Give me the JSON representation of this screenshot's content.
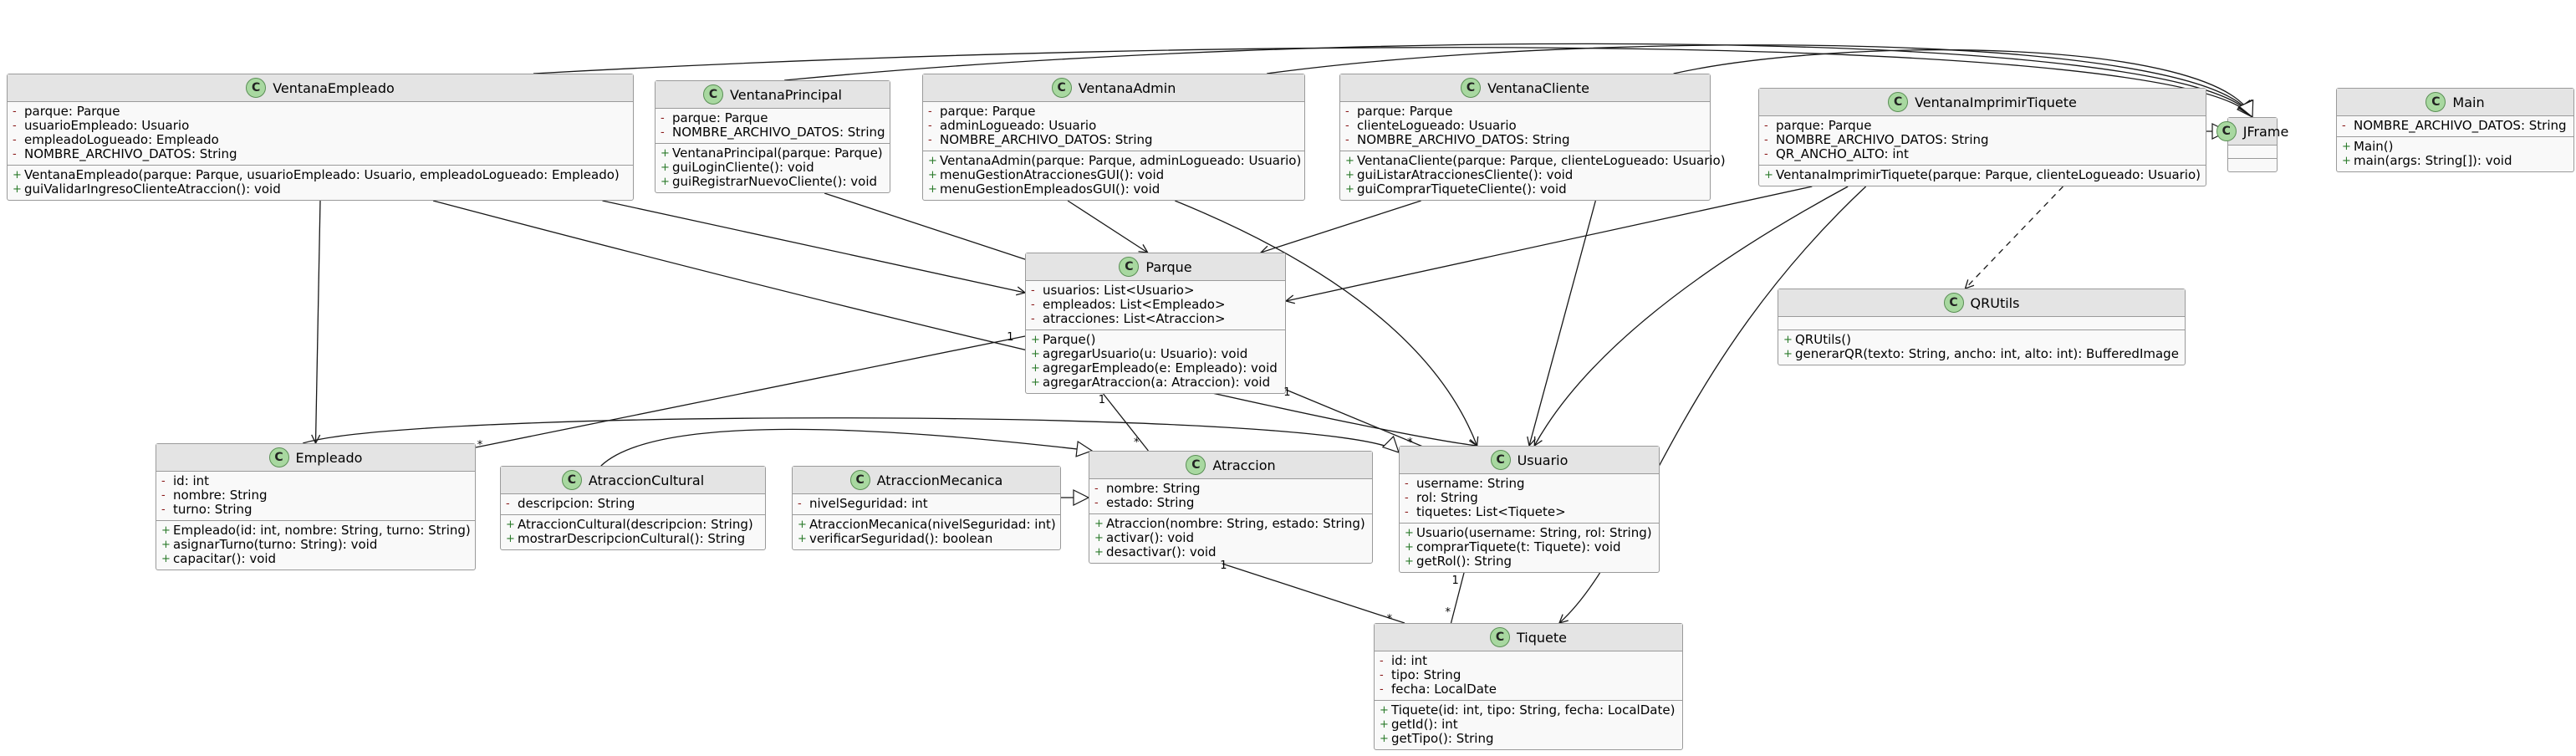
{
  "diagram_type": "UML class diagram",
  "classes": [
    {
      "id": "VentanaEmpleado",
      "name": "VentanaEmpleado",
      "stereotype": "C",
      "fields": [
        {
          "vis": "-",
          "text": "parque: Parque"
        },
        {
          "vis": "-",
          "text": "usuarioEmpleado: Usuario"
        },
        {
          "vis": "-",
          "text": "empleadoLogueado: Empleado"
        },
        {
          "vis": "-",
          "text": "NOMBRE_ARCHIVO_DATOS: String"
        }
      ],
      "methods": [
        {
          "vis": "+",
          "text": "VentanaEmpleado(parque: Parque, usuarioEmpleado: Usuario, empleadoLogueado: Empleado)"
        },
        {
          "vis": "+",
          "text": "guiValidarIngresoClienteAtraccion(): void"
        }
      ]
    },
    {
      "id": "VentanaPrincipal",
      "name": "VentanaPrincipal",
      "stereotype": "C",
      "fields": [
        {
          "vis": "-",
          "text": "parque: Parque"
        },
        {
          "vis": "-",
          "text": "NOMBRE_ARCHIVO_DATOS: String"
        }
      ],
      "methods": [
        {
          "vis": "+",
          "text": "VentanaPrincipal(parque: Parque)"
        },
        {
          "vis": "+",
          "text": "guiLoginCliente(): void"
        },
        {
          "vis": "+",
          "text": "guiRegistrarNuevoCliente(): void"
        }
      ]
    },
    {
      "id": "VentanaAdmin",
      "name": "VentanaAdmin",
      "stereotype": "C",
      "fields": [
        {
          "vis": "-",
          "text": "parque: Parque"
        },
        {
          "vis": "-",
          "text": "adminLogueado: Usuario"
        },
        {
          "vis": "-",
          "text": "NOMBRE_ARCHIVO_DATOS: String"
        }
      ],
      "methods": [
        {
          "vis": "+",
          "text": "VentanaAdmin(parque: Parque, adminLogueado: Usuario)"
        },
        {
          "vis": "+",
          "text": "menuGestionAtraccionesGUI(): void"
        },
        {
          "vis": "+",
          "text": "menuGestionEmpleadosGUI(): void"
        }
      ]
    },
    {
      "id": "VentanaCliente",
      "name": "VentanaCliente",
      "stereotype": "C",
      "fields": [
        {
          "vis": "-",
          "text": "parque: Parque"
        },
        {
          "vis": "-",
          "text": "clienteLogueado: Usuario"
        },
        {
          "vis": "-",
          "text": "NOMBRE_ARCHIVO_DATOS: String"
        }
      ],
      "methods": [
        {
          "vis": "+",
          "text": "VentanaCliente(parque: Parque, clienteLogueado: Usuario)"
        },
        {
          "vis": "+",
          "text": "guiListarAtraccionesCliente(): void"
        },
        {
          "vis": "+",
          "text": "guiComprarTiqueteCliente(): void"
        }
      ]
    },
    {
      "id": "VentanaImprimirTiquete",
      "name": "VentanaImprimirTiquete",
      "stereotype": "C",
      "fields": [
        {
          "vis": "-",
          "text": "parque: Parque"
        },
        {
          "vis": "-",
          "text": "NOMBRE_ARCHIVO_DATOS: String"
        },
        {
          "vis": "-",
          "text": "QR_ANCHO_ALTO: int"
        }
      ],
      "methods": [
        {
          "vis": "+",
          "text": "VentanaImprimirTiquete(parque: Parque, clienteLogueado: Usuario)"
        }
      ]
    },
    {
      "id": "JFrame",
      "name": "JFrame",
      "stereotype": "C",
      "fields": [],
      "methods": []
    },
    {
      "id": "Main",
      "name": "Main",
      "stereotype": "C",
      "fields": [
        {
          "vis": "-",
          "text": "NOMBRE_ARCHIVO_DATOS: String"
        }
      ],
      "methods": [
        {
          "vis": "+",
          "text": "Main()"
        },
        {
          "vis": "+",
          "text": "main(args: String[]): void"
        }
      ]
    },
    {
      "id": "QRUtils",
      "name": "QRUtils",
      "stereotype": "C",
      "fields": [],
      "methods": [
        {
          "vis": "+",
          "text": "QRUtils()"
        },
        {
          "vis": "+",
          "text": "generarQR(texto: String, ancho: int, alto: int): BufferedImage"
        }
      ]
    },
    {
      "id": "Parque",
      "name": "Parque",
      "stereotype": "C",
      "fields": [
        {
          "vis": "-",
          "text": "usuarios: List<Usuario>"
        },
        {
          "vis": "-",
          "text": "empleados: List<Empleado>"
        },
        {
          "vis": "-",
          "text": "atracciones: List<Atraccion>"
        }
      ],
      "methods": [
        {
          "vis": "+",
          "text": "Parque()"
        },
        {
          "vis": "+",
          "text": "agregarUsuario(u: Usuario): void"
        },
        {
          "vis": "+",
          "text": "agregarEmpleado(e: Empleado): void"
        },
        {
          "vis": "+",
          "text": "agregarAtraccion(a: Atraccion): void"
        }
      ]
    },
    {
      "id": "Empleado",
      "name": "Empleado",
      "stereotype": "C",
      "fields": [
        {
          "vis": "-",
          "text": "id: int"
        },
        {
          "vis": "-",
          "text": "nombre: String"
        },
        {
          "vis": "-",
          "text": "turno: String"
        }
      ],
      "methods": [
        {
          "vis": "+",
          "text": "Empleado(id: int, nombre: String, turno: String)"
        },
        {
          "vis": "+",
          "text": "asignarTurno(turno: String): void"
        },
        {
          "vis": "+",
          "text": "capacitar(): void"
        }
      ]
    },
    {
      "id": "AtraccionCultural",
      "name": "AtraccionCultural",
      "stereotype": "C",
      "fields": [
        {
          "vis": "-",
          "text": "descripcion: String"
        }
      ],
      "methods": [
        {
          "vis": "+",
          "text": "AtraccionCultural(descripcion: String)"
        },
        {
          "vis": "+",
          "text": "mostrarDescripcionCultural(): String"
        }
      ]
    },
    {
      "id": "AtraccionMecanica",
      "name": "AtraccionMecanica",
      "stereotype": "C",
      "fields": [
        {
          "vis": "-",
          "text": "nivelSeguridad: int"
        }
      ],
      "methods": [
        {
          "vis": "+",
          "text": "AtraccionMecanica(nivelSeguridad: int)"
        },
        {
          "vis": "+",
          "text": "verificarSeguridad(): boolean"
        }
      ]
    },
    {
      "id": "Atraccion",
      "name": "Atraccion",
      "stereotype": "C",
      "fields": [
        {
          "vis": "-",
          "text": "nombre: String"
        },
        {
          "vis": "-",
          "text": "estado: String"
        }
      ],
      "methods": [
        {
          "vis": "+",
          "text": "Atraccion(nombre: String, estado: String)"
        },
        {
          "vis": "+",
          "text": "activar(): void"
        },
        {
          "vis": "+",
          "text": "desactivar(): void"
        }
      ]
    },
    {
      "id": "Usuario",
      "name": "Usuario",
      "stereotype": "C",
      "fields": [
        {
          "vis": "-",
          "text": "username: String"
        },
        {
          "vis": "-",
          "text": "rol: String"
        },
        {
          "vis": "-",
          "text": "tiquetes: List<Tiquete>"
        }
      ],
      "methods": [
        {
          "vis": "+",
          "text": "Usuario(username: String, rol: String)"
        },
        {
          "vis": "+",
          "text": "comprarTiquete(t: Tiquete): void"
        },
        {
          "vis": "+",
          "text": "getRol(): String"
        }
      ]
    },
    {
      "id": "Tiquete",
      "name": "Tiquete",
      "stereotype": "C",
      "fields": [
        {
          "vis": "-",
          "text": "id: int"
        },
        {
          "vis": "-",
          "text": "tipo: String"
        },
        {
          "vis": "-",
          "text": "fecha: LocalDate"
        }
      ],
      "methods": [
        {
          "vis": "+",
          "text": "Tiquete(id: int, tipo: String, fecha: LocalDate)"
        },
        {
          "vis": "+",
          "text": "getId(): int"
        },
        {
          "vis": "+",
          "text": "getTipo(): String"
        }
      ]
    }
  ],
  "relations": [
    {
      "id": "r1",
      "from": "VentanaEmpleado",
      "to": "JFrame",
      "kind": "inheritance"
    },
    {
      "id": "r2",
      "from": "VentanaPrincipal",
      "to": "JFrame",
      "kind": "inheritance"
    },
    {
      "id": "r3",
      "from": "VentanaAdmin",
      "to": "JFrame",
      "kind": "inheritance"
    },
    {
      "id": "r4",
      "from": "VentanaCliente",
      "to": "JFrame",
      "kind": "inheritance"
    },
    {
      "id": "r5",
      "from": "VentanaImprimirTiquete",
      "to": "JFrame",
      "kind": "inheritance"
    },
    {
      "id": "r6",
      "from": "VentanaEmpleado",
      "to": "Parque",
      "kind": "association"
    },
    {
      "id": "r7",
      "from": "VentanaEmpleado",
      "to": "Usuario",
      "kind": "association"
    },
    {
      "id": "r8",
      "from": "VentanaEmpleado",
      "to": "Empleado",
      "kind": "association"
    },
    {
      "id": "r9",
      "from": "VentanaPrincipal",
      "to": "Parque",
      "kind": "association"
    },
    {
      "id": "r10",
      "from": "VentanaAdmin",
      "to": "Parque",
      "kind": "association"
    },
    {
      "id": "r11",
      "from": "VentanaAdmin",
      "to": "Usuario",
      "kind": "association"
    },
    {
      "id": "r12",
      "from": "VentanaCliente",
      "to": "Parque",
      "kind": "association"
    },
    {
      "id": "r13",
      "from": "VentanaCliente",
      "to": "Usuario",
      "kind": "association"
    },
    {
      "id": "r14",
      "from": "VentanaImprimirTiquete",
      "to": "Parque",
      "kind": "association"
    },
    {
      "id": "r15",
      "from": "VentanaImprimirTiquete",
      "to": "Usuario",
      "kind": "association"
    },
    {
      "id": "r16",
      "from": "VentanaImprimirTiquete",
      "to": "Tiquete",
      "kind": "association"
    },
    {
      "id": "r17",
      "from": "VentanaImprimirTiquete",
      "to": "QRUtils",
      "kind": "dependency"
    },
    {
      "id": "r18",
      "from": "Parque",
      "to": "Empleado",
      "kind": "link",
      "mult_from": "1",
      "mult_to": "*"
    },
    {
      "id": "r19",
      "from": "Parque",
      "to": "Atraccion",
      "kind": "link",
      "mult_from": "1",
      "mult_to": "*"
    },
    {
      "id": "r20",
      "from": "Parque",
      "to": "Usuario",
      "kind": "link",
      "mult_from": "1",
      "mult_to": "*"
    },
    {
      "id": "r21",
      "from": "Empleado",
      "to": "Usuario",
      "kind": "inheritance"
    },
    {
      "id": "r22",
      "from": "AtraccionCultural",
      "to": "Atraccion",
      "kind": "inheritance"
    },
    {
      "id": "r23",
      "from": "AtraccionMecanica",
      "to": "Atraccion",
      "kind": "inheritance"
    },
    {
      "id": "r24",
      "from": "Atraccion",
      "to": "Tiquete",
      "kind": "link",
      "mult_from": "1",
      "mult_to": "*"
    },
    {
      "id": "r25",
      "from": "Usuario",
      "to": "Tiquete",
      "kind": "link",
      "mult_from": "1",
      "mult_to": "*"
    }
  ]
}
